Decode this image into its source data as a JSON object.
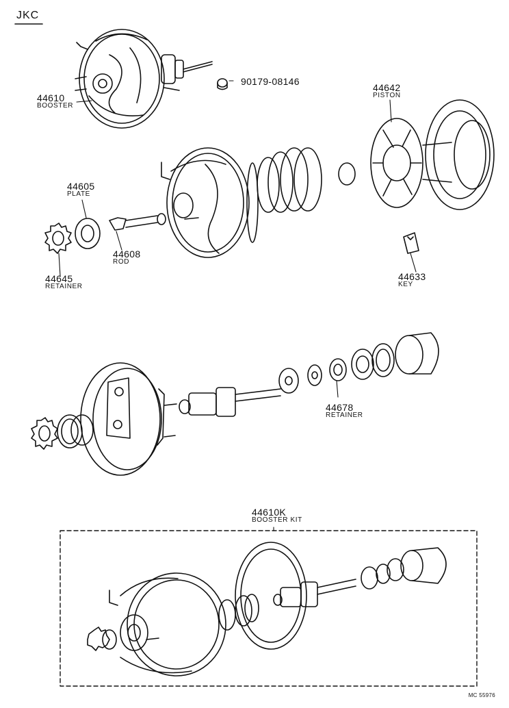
{
  "header": {
    "code": "JKC"
  },
  "callouts": [
    {
      "id": "booster",
      "number": "44610",
      "name": "BOOSTER"
    },
    {
      "id": "nut",
      "number": "90179-08146",
      "name": ""
    },
    {
      "id": "piston",
      "number": "44642",
      "name": "PISTON"
    },
    {
      "id": "plate",
      "number": "44605",
      "name": "PLATE"
    },
    {
      "id": "rod",
      "number": "44608",
      "name": "ROD"
    },
    {
      "id": "retainer_front",
      "number": "44645",
      "name": "RETAINER"
    },
    {
      "id": "key",
      "number": "44633",
      "name": "KEY"
    },
    {
      "id": "retainer_rear",
      "number": "44678",
      "name": "RETAINER"
    },
    {
      "id": "booster_kit",
      "number": "44610K",
      "name": "BOOSTER KIT"
    }
  ],
  "footer": {
    "ref": "MC 55976"
  }
}
